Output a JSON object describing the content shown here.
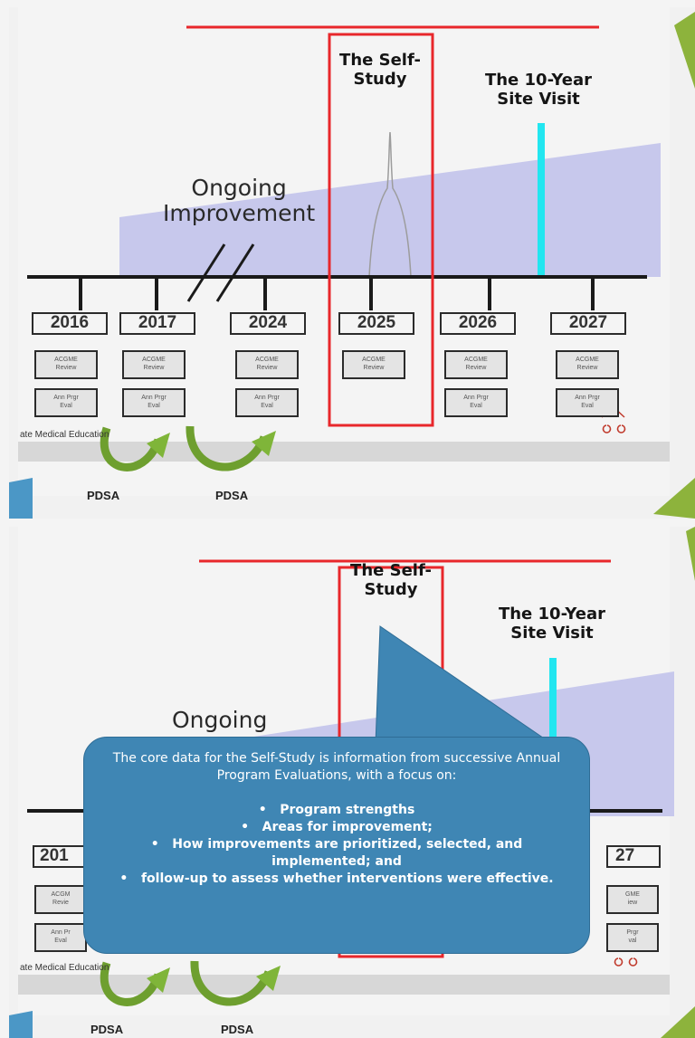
{
  "slides": [
    {
      "self_study_title": "The Self-\nStudy",
      "site_visit_title": "The 10-Year\nSite Visit",
      "ongoing_label": "Ongoing\nImprovement",
      "years": [
        "2016",
        "2017",
        "2024",
        "2025",
        "2026",
        "2027"
      ],
      "acgme_review": "ACGME\nReview",
      "ann_prgr_eval": "Ann Prgr\nEval",
      "footer_text": "ate Medical Education",
      "pdsa_labels": [
        "PDSA",
        "PDSA"
      ]
    },
    {
      "self_study_title": "The Self-\nStudy",
      "site_visit_title": "The 10-Year\nSite Visit",
      "ongoing_label": "Ongoing",
      "years_partial": [
        "201",
        "27"
      ],
      "acgme_review_partial": [
        "ACGM\nRevie",
        "GME\niew"
      ],
      "ann_prgr_eval_partial": [
        "Ann Pr\nEval",
        "Prgr\nval"
      ],
      "footer_text": "ate Medical Education",
      "pdsa_labels": [
        "PDSA",
        "PDSA"
      ],
      "callout": {
        "intro": "The core data for the Self-Study is information from successive Annual Program Evaluations, with a focus on:",
        "bullets": [
          "Program strengths",
          "Areas for improvement;",
          "How improvements are prioritized, selected, and implemented; and",
          "follow-up to assess whether interventions were effective."
        ]
      }
    }
  ],
  "colors": {
    "red_frame": "#e8272b",
    "cyan_bar": "#22e6f0",
    "lavender": "#c7c8ec",
    "arrow_green": "#7fb539",
    "callout_blue": "#3f86b4"
  }
}
